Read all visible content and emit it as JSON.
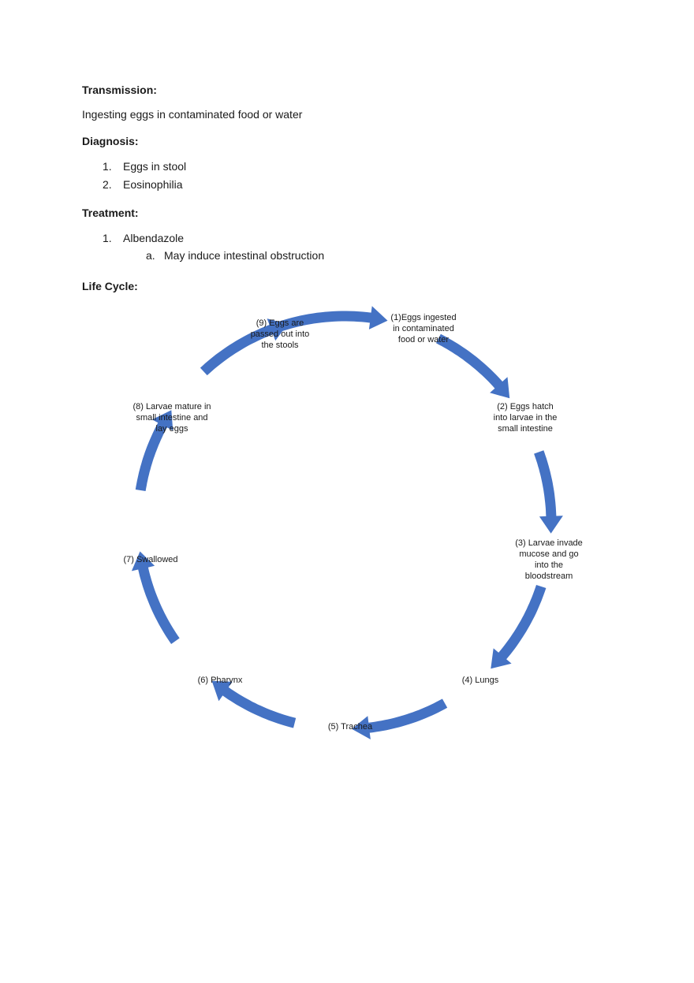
{
  "transmission": {
    "heading": "Transmission:",
    "text": "Ingesting eggs in contaminated food or water"
  },
  "diagnosis": {
    "heading": "Diagnosis:",
    "items": [
      {
        "num": "1.",
        "text": "Eggs in stool"
      },
      {
        "num": "2.",
        "text": "Eosinophilia"
      }
    ]
  },
  "treatment": {
    "heading": "Treatment:",
    "items": [
      {
        "num": "1.",
        "text": "Albendazole"
      }
    ],
    "sub_items": [
      {
        "num": "a.",
        "text": "May induce intestinal obstruction"
      }
    ]
  },
  "life_cycle": {
    "heading": "Life Cycle:",
    "arrow_color": "#4472C4",
    "steps": [
      {
        "text": "(1)Eggs ingested in contaminated food or water"
      },
      {
        "text": "(2) Eggs hatch into larvae in the small intestine"
      },
      {
        "text": "(3) Larvae invade mucose and go into the bloodstream"
      },
      {
        "text": "(4) Lungs"
      },
      {
        "text": "(5) Trachea"
      },
      {
        "text": "(6) Pharynx"
      },
      {
        "text": "(7) Swallowed"
      },
      {
        "text": "(8) Larvae mature in small intestine and lay eggs"
      },
      {
        "text": "(9) Eggs are passed out into the stools"
      }
    ]
  }
}
